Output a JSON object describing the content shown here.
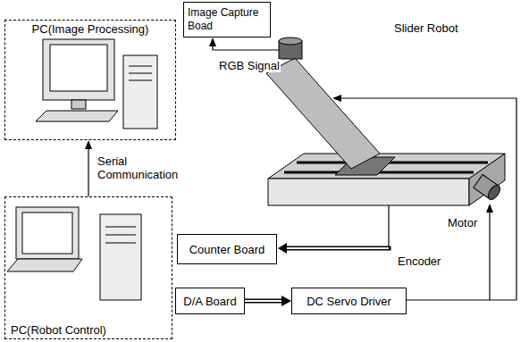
{
  "diagram": {
    "nodes": [
      {
        "text": [
          "Image Capture Boad"
        ]
      },
      {
        "text": [
          "PC(Image Processing)"
        ]
      },
      {
        "text": [
          "PC(Robot Control)"
        ]
      },
      {
        "text": [
          "Counter Board"
        ]
      },
      {
        "text": [
          "D/A Board"
        ]
      },
      {
        "text": [
          "DC Servo Driver"
        ]
      }
    ],
    "edges": [
      {
        "from": 2,
        "to": 1,
        "arrow": "to",
        "label": "Serial Communication"
      },
      {
        "from": 4,
        "to": 5,
        "arrow": "to"
      }
    ],
    "labels": [
      "Slider Robot",
      "RGB Signal",
      "Encoder",
      "Motor"
    ]
  }
}
